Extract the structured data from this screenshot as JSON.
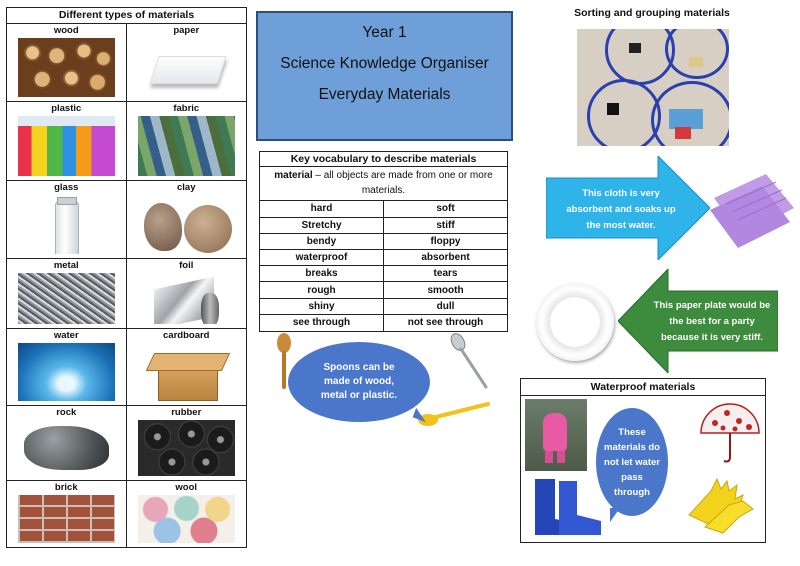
{
  "materials": {
    "title": "Different types of materials",
    "items": [
      {
        "label": "wood"
      },
      {
        "label": "paper"
      },
      {
        "label": "plastic"
      },
      {
        "label": "fabric"
      },
      {
        "label": "glass"
      },
      {
        "label": "clay"
      },
      {
        "label": "metal"
      },
      {
        "label": "foil"
      },
      {
        "label": "water"
      },
      {
        "label": "cardboard"
      },
      {
        "label": "rock"
      },
      {
        "label": "rubber"
      },
      {
        "label": "brick"
      },
      {
        "label": "wool"
      }
    ]
  },
  "title_box": {
    "line1": "Year 1",
    "line2": "Science Knowledge Organiser",
    "line3": "Everyday Materials",
    "color": "#6f9fd8"
  },
  "vocabulary": {
    "title": "Key vocabulary to describe materials",
    "definition_term": "material",
    "definition_text": " – all objects are made from one or more materials.",
    "pairs": [
      [
        "hard",
        "soft"
      ],
      [
        "Stretchy",
        "stiff"
      ],
      [
        "bendy",
        "floppy"
      ],
      [
        "waterproof",
        "absorbent"
      ],
      [
        "breaks",
        "tears"
      ],
      [
        "rough",
        "smooth"
      ],
      [
        "shiny",
        "dull"
      ],
      [
        "see through",
        "not see through"
      ]
    ]
  },
  "spoons": {
    "text": "Spoons can be made of wood, metal or plastic."
  },
  "sorting": {
    "title": "Sorting and grouping materials"
  },
  "cloth_arrow": {
    "text": "This cloth is very absorbent and soaks up the most water.",
    "color": "#2fb4e9"
  },
  "plate_arrow": {
    "text": "This paper plate would be the best for a party because it is very stiff.",
    "color": "#3d8b3d"
  },
  "waterproof": {
    "title": "Waterproof materials",
    "bubble_text": "These materials do not let water pass through",
    "color": "#4a77c9"
  }
}
